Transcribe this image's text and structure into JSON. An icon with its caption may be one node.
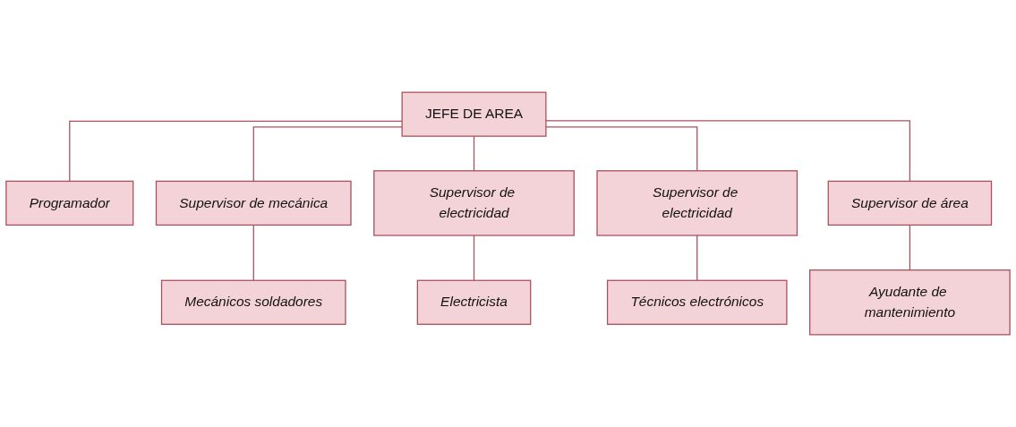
{
  "diagram": {
    "nodes": [
      {
        "text": [
          "JEFE DE AREA"
        ]
      },
      {
        "text": [
          "Programador"
        ]
      },
      {
        "text": [
          "Supervisor de mecánica"
        ]
      },
      {
        "text": [
          "Supervisor de electricidad"
        ]
      },
      {
        "text": [
          "Supervisor de electricidad"
        ]
      },
      {
        "text": [
          "Supervisor de área"
        ]
      },
      {
        "text": [
          "Mecánicos soldadores"
        ]
      },
      {
        "text": [
          "Electricista"
        ]
      },
      {
        "text": [
          "Técnicos electrónicos"
        ]
      },
      {
        "text": [
          "Ayudante de mantenimiento"
        ]
      }
    ],
    "edges": [
      {
        "from": 0,
        "to": 1,
        "arrow": "none"
      },
      {
        "from": 0,
        "to": 2,
        "arrow": "none"
      },
      {
        "from": 0,
        "to": 3,
        "arrow": "none"
      },
      {
        "from": 0,
        "to": 4,
        "arrow": "none"
      },
      {
        "from": 0,
        "to": 5,
        "arrow": "none"
      },
      {
        "from": 2,
        "to": 6,
        "arrow": "none"
      },
      {
        "from": 3,
        "to": 7,
        "arrow": "none"
      },
      {
        "from": 4,
        "to": 8,
        "arrow": "none"
      },
      {
        "from": 5,
        "to": 9,
        "arrow": "none"
      }
    ]
  }
}
